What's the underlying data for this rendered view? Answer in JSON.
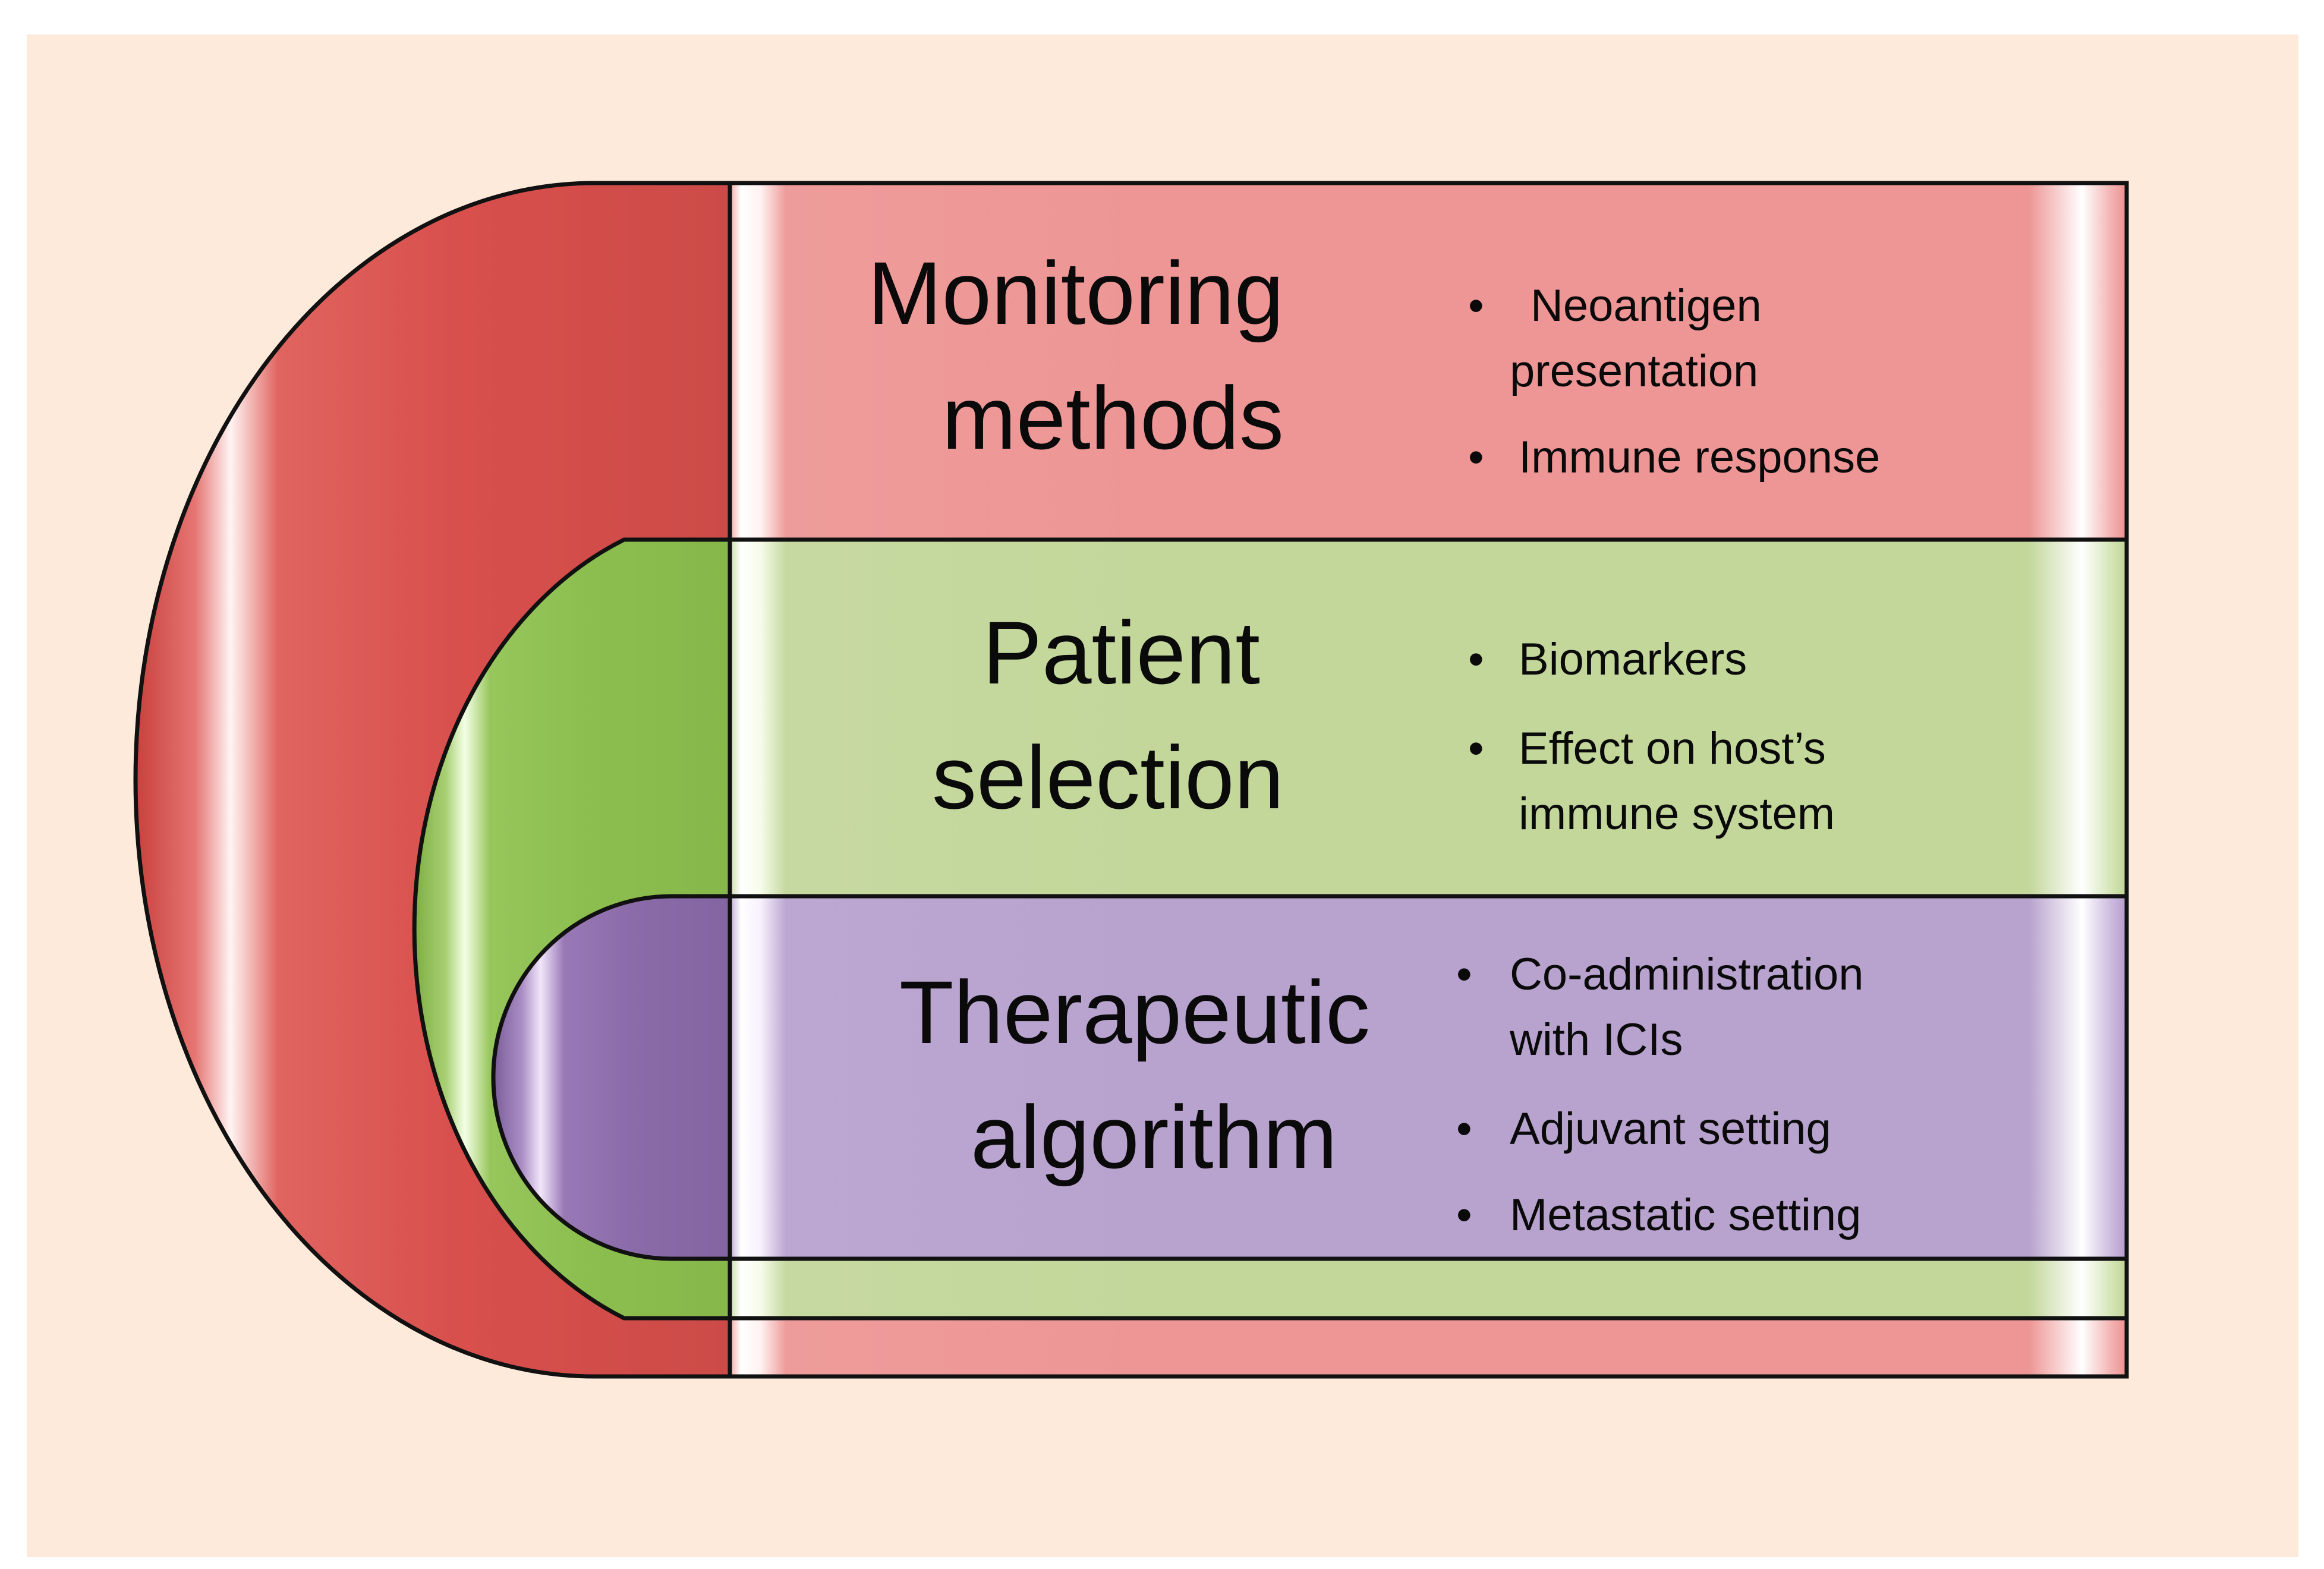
{
  "figure": {
    "type": "nested-semicircle-process-diagram",
    "background_color": "#FDEADA",
    "outline_color": "#111111"
  },
  "palette": {
    "red_dark": "#D84F4C",
    "red_light": "#ED9695",
    "green_dark": "#8CBE4F",
    "green_light": "#C3D79B",
    "purple_dark": "#8A6BA8",
    "purple_light": "#B8A2CE",
    "gloss": "#FFFFFF",
    "text": "#0A0A0A"
  },
  "rows": [
    {
      "id": "monitoring",
      "title_lines": [
        "Monitoring",
        "methods"
      ],
      "band_color": "#ED9695",
      "arc_color": "#D84F4C",
      "bullets": [
        {
          "lines": [
            "Neoantigen",
            "presentation"
          ]
        },
        {
          "lines": [
            "Immune response"
          ]
        }
      ]
    },
    {
      "id": "patient-selection",
      "title_lines": [
        "Patient",
        "selection"
      ],
      "band_color": "#C3D79B",
      "arc_color": "#8CBE4F",
      "bullets": [
        {
          "lines": [
            "Biomarkers"
          ]
        },
        {
          "lines": [
            "Effect on host’s",
            "immune system"
          ]
        }
      ]
    },
    {
      "id": "therapeutic-algorithm",
      "title_lines": [
        "Therapeutic",
        "algorithm"
      ],
      "band_color": "#B8A2CE",
      "arc_color": "#8A6BA8",
      "bullets": [
        {
          "lines": [
            "Co-administration",
            "with ICIs"
          ]
        },
        {
          "lines": [
            "Adjuvant setting"
          ]
        },
        {
          "lines": [
            "Metastatic setting"
          ]
        }
      ]
    }
  ],
  "footer_strips": [
    {
      "id": "green-strip",
      "color": "#C3D79B"
    },
    {
      "id": "red-strip",
      "color": "#ED9695"
    }
  ],
  "bullet_glyph": "•"
}
